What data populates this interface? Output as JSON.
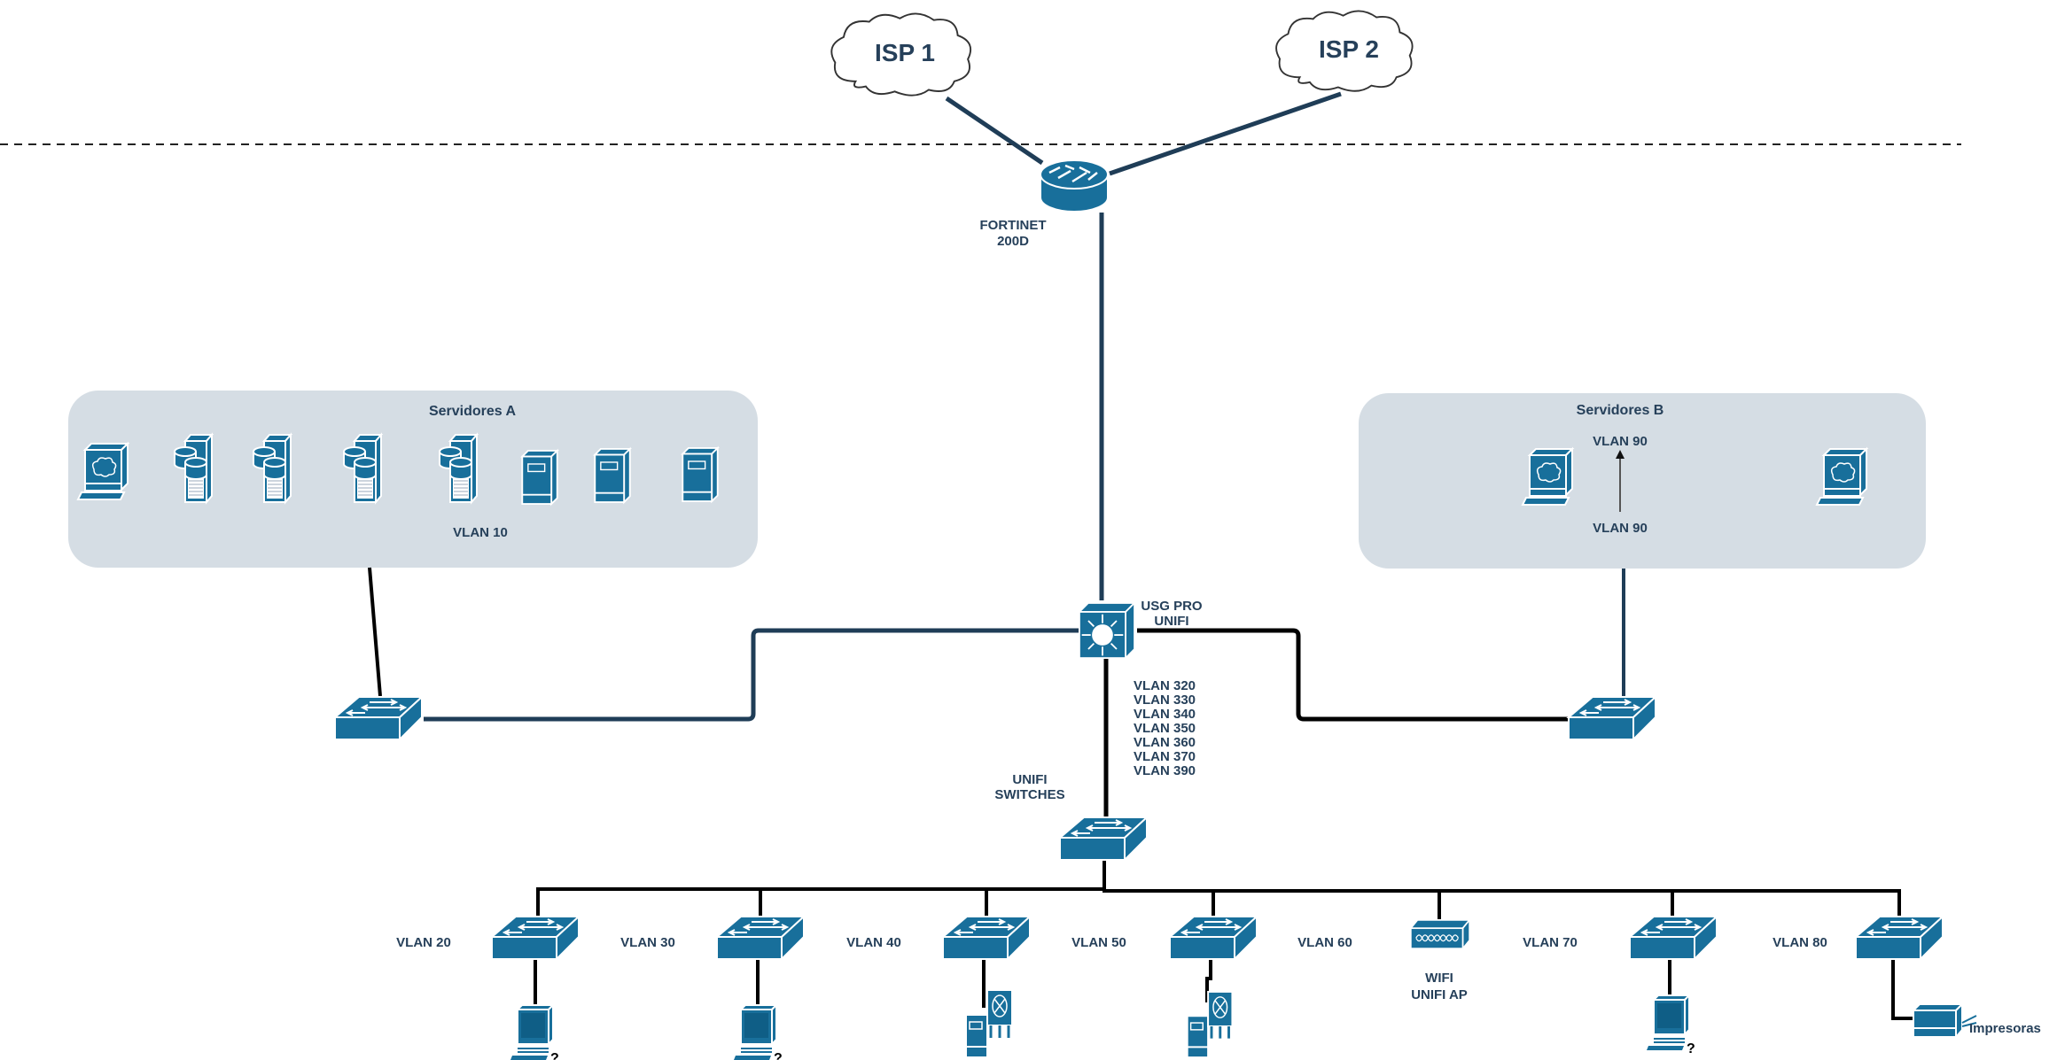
{
  "internet": {
    "isp1": "ISP 1",
    "isp2": "ISP 2"
  },
  "firewall": {
    "line1": "FORTINET",
    "line2": "200D"
  },
  "core": {
    "line1": "USG  PRO",
    "line2": "UNIFI"
  },
  "trunk_vlans": [
    "VLAN  320",
    "VLAN  330",
    "VLAN  340",
    "VLAN  350",
    "VLAN  360",
    "VLAN  370",
    "VLAN  390"
  ],
  "distribution": {
    "line1": "UNIFI",
    "line2": "SWITCHES"
  },
  "servers_a": {
    "title": "Servidores A",
    "vlan": "VLAN 10"
  },
  "servers_b": {
    "title": "Servidores B",
    "vlan_top": "VLAN 90",
    "vlan_bottom": "VLAN 90"
  },
  "access": {
    "vlans": [
      "VLAN  20",
      "VLAN  30",
      "VLAN  40",
      "VLAN  50",
      "VLAN  60",
      "VLAN  70",
      "VLAN  80"
    ],
    "ap_line1": "WIFI",
    "ap_line2": "UNIFI AP",
    "printers": "Impresoras"
  },
  "colors": {
    "device": "#186f9b",
    "group_bg": "#d5dde4",
    "link": "#000000",
    "wan_link": "#1f3d57",
    "text": "#26405a"
  }
}
